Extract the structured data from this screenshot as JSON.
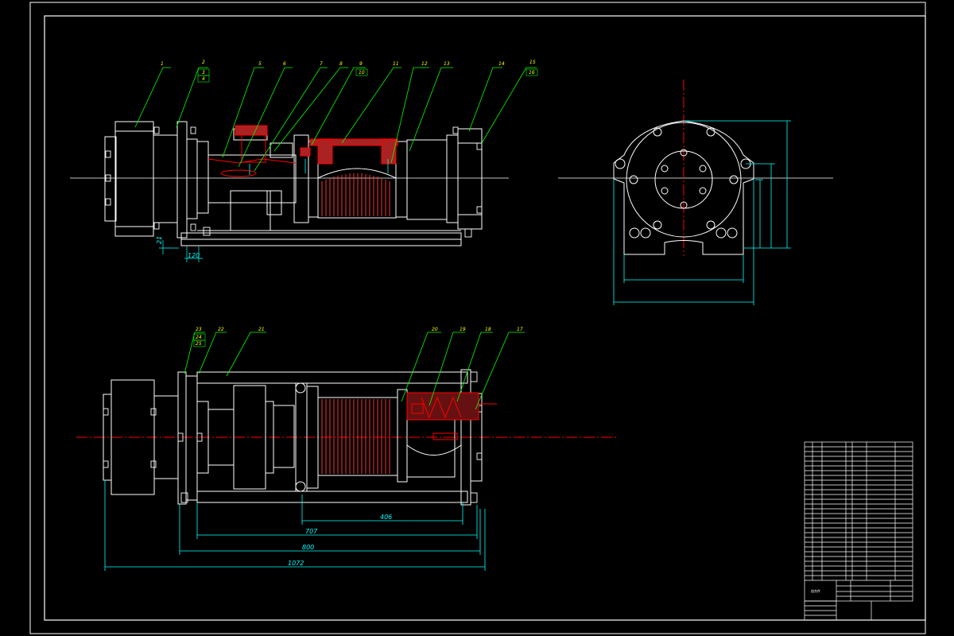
{
  "colors": {
    "outline": "#ffffff",
    "leader": "#00ff00",
    "dimension": "#00ffff",
    "centerline": "#ff0000",
    "section": "#ff0000",
    "hatch": "#ff5555",
    "balloon_text": "#ffff00"
  },
  "top_view_balloons": [
    "1",
    "2",
    "3",
    "4",
    "5",
    "6",
    "7",
    "8",
    "9",
    "10",
    "11",
    "12",
    "13",
    "14",
    "15",
    "16"
  ],
  "bottom_view_balloons": [
    "23",
    "24",
    "25",
    "22",
    "21",
    "20",
    "19",
    "18",
    "17"
  ],
  "dimensions": {
    "small_height": "21",
    "small_width": "120",
    "d406": "406",
    "d707": "707",
    "d800": "800",
    "d1072": "1072"
  },
  "title_block": {
    "label": "组合件",
    "rows": 30
  }
}
